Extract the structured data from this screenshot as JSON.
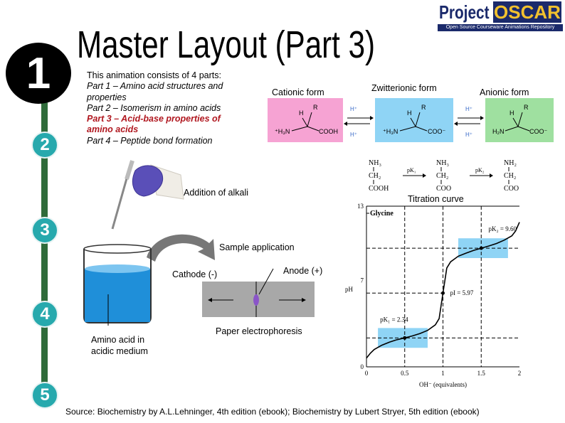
{
  "title": "Master Layout (Part 3)",
  "logo": {
    "word1": "Project",
    "word2": "OSCAR",
    "tagline": "Open Source Courseware Animations Repository"
  },
  "steps": [
    "1",
    "2",
    "3",
    "4",
    "5"
  ],
  "description": {
    "intro": "This animation consists of 4 parts:",
    "part1a": "Part 1 – Amino acid structures and",
    "part1b": "properties",
    "part2": "Part 2 – Isomerism in amino acids",
    "part3a": "Part 3 – Acid-base properties of",
    "part3b": "amino acids",
    "part4": "Part 4 – Peptide bond formation"
  },
  "forms": {
    "cationic": "Cationic form",
    "zwitterionic": "Zwitterionic form",
    "anionic": "Anionic form",
    "h_plus": "H⁺",
    "cationic_amine": "⁺H₃N",
    "cationic_acid": "COOH",
    "zwit_amine": "⁺H₃N",
    "zwit_acid": "COO⁻",
    "anion_amine": "H₂N",
    "anion_acid": "COO⁻",
    "h": "H",
    "r": "R"
  },
  "structure_row": {
    "nh3_1": "NH₃",
    "ch2_1": "CH₂",
    "cooh": "COOH",
    "pk1": "pK₁",
    "nh3_2": "NH₃",
    "ch2_2": "CH₂",
    "coo_1": "COO",
    "pk2": "pK₂",
    "nh2": "NH₂",
    "ch2_3": "CH₂",
    "coo_2": "COO"
  },
  "labels": {
    "addition_alkali": "Addition of alkali",
    "titration_curve": "Titration curve",
    "sample_application": "Sample application",
    "cathode": "Cathode (-)",
    "anode": "Anode (+)",
    "paper_electrophoresis": "Paper electrophoresis",
    "amino_acid_1": "Amino acid in",
    "amino_acid_2": "acidic medium"
  },
  "source": "Source: Biochemistry by A.L.Lehninger, 4th edition (ebook); Biochemistry by Lubert Stryer, 5th edition (ebook)",
  "chart_data": {
    "type": "line",
    "title": "Glycine",
    "xlabel": "OH⁻ (equivalents)",
    "ylabel": "pH",
    "xlim": [
      0,
      2
    ],
    "ylim": [
      0,
      13
    ],
    "x_ticks": [
      "0",
      "0.5",
      "1",
      "1.5",
      "2"
    ],
    "y_ticks": [
      "0",
      "7",
      "13"
    ],
    "annotations": {
      "pk2": "pK₂ = 9.60",
      "pi": "pI = 5.97",
      "pk1": "pK₁ = 2.34"
    },
    "series": [
      {
        "x": [
          0,
          0.05,
          0.1,
          0.2,
          0.3,
          0.4,
          0.5,
          0.6,
          0.7,
          0.8,
          0.9,
          0.95,
          1.0,
          1.05,
          1.1,
          1.2,
          1.3,
          1.4,
          1.5,
          1.6,
          1.7,
          1.8,
          1.9,
          1.95,
          2.0
        ],
        "values": [
          0.7,
          1.1,
          1.4,
          1.75,
          2.0,
          2.2,
          2.34,
          2.5,
          2.7,
          2.95,
          3.4,
          3.9,
          5.97,
          8.0,
          8.5,
          8.95,
          9.2,
          9.42,
          9.6,
          9.78,
          9.98,
          10.25,
          10.6,
          11.0,
          11.7
        ]
      }
    ]
  }
}
